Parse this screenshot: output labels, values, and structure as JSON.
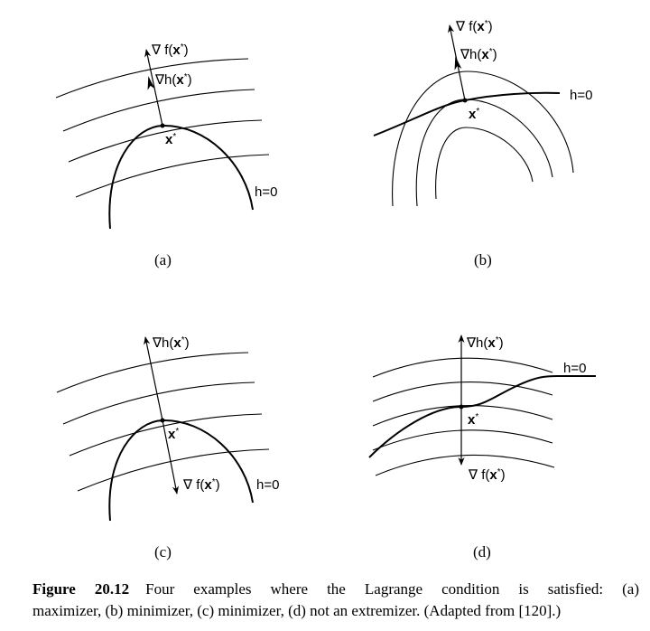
{
  "figure": {
    "number_label": "Figure 20.12",
    "caption_line1": "Four examples where the Lagrange condition is satisfied: (a)",
    "caption_line2": "maximizer, (b) minimizer, (c) minimizer, (d) not an extremizer. (Adapted from [120].)"
  },
  "panels": [
    {
      "id": "a",
      "sublabel": "(a)",
      "grad_f_label": "∇ f(",
      "grad_h_label": "∇h(",
      "point_label": "x",
      "constraint_label": "h=0",
      "meaning": "maximizer"
    },
    {
      "id": "b",
      "sublabel": "(b)",
      "grad_f_label": "∇ f(",
      "grad_h_label": "∇h(",
      "point_label": "x",
      "constraint_label": "h=0",
      "meaning": "minimizer"
    },
    {
      "id": "c",
      "sublabel": "(c)",
      "grad_f_label": "∇ f(",
      "grad_h_label": "∇h(",
      "point_label": "x",
      "constraint_label": "h=0",
      "meaning": "minimizer"
    },
    {
      "id": "d",
      "sublabel": "(d)",
      "grad_f_label": "∇ f(",
      "grad_h_label": "∇h(",
      "point_label": "x",
      "constraint_label": "h=0",
      "meaning": "not an extremizer"
    }
  ],
  "symbols": {
    "bold_x": "x",
    "star": "*",
    "close_paren": ")"
  }
}
